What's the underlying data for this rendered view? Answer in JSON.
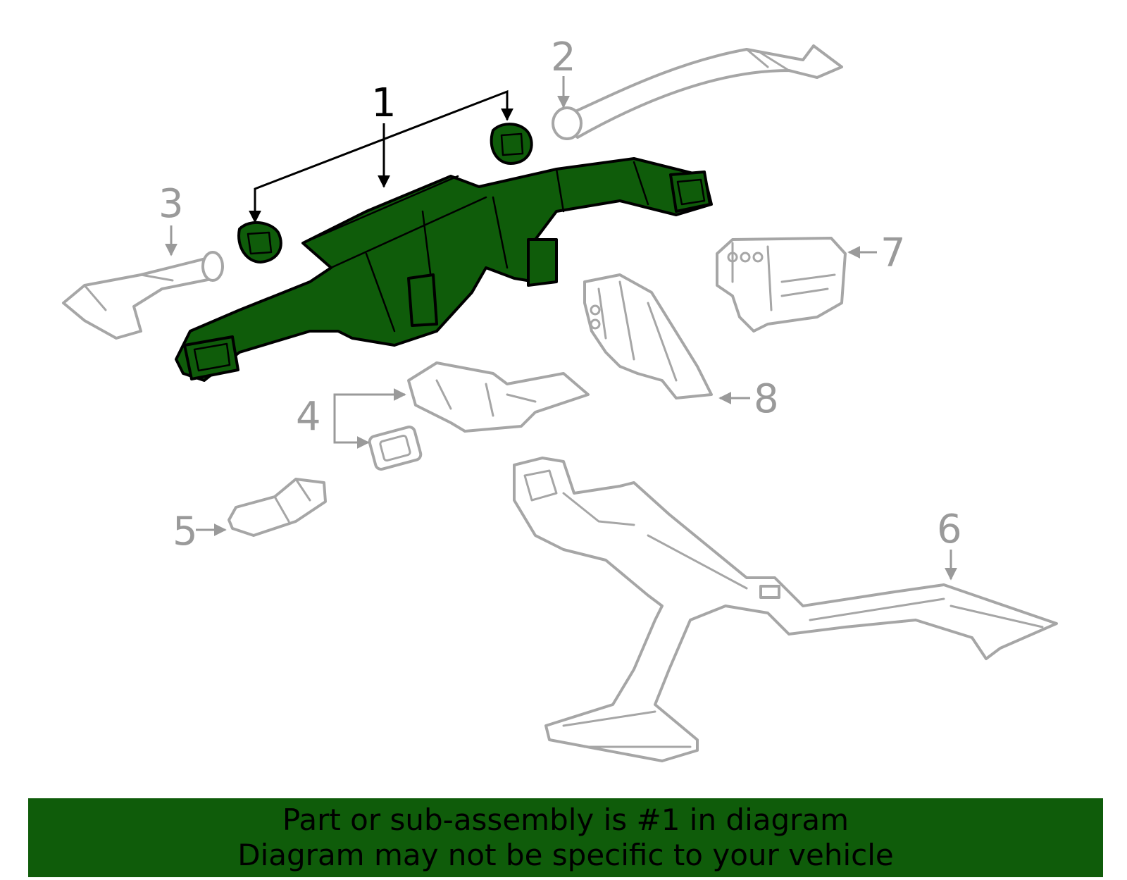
{
  "diagram": {
    "callouts": {
      "c1": "1",
      "c2": "2",
      "c3": "3",
      "c4": "4",
      "c5": "5",
      "c6": "6",
      "c7": "7",
      "c8": "8"
    },
    "highlight_color": "#0f5c0a",
    "line_color": "#a6a6a6"
  },
  "banner": {
    "line1": "Part or sub-assembly is #1 in diagram",
    "line2": "Diagram may not be specific to your vehicle",
    "background": "#0f5c0a"
  }
}
